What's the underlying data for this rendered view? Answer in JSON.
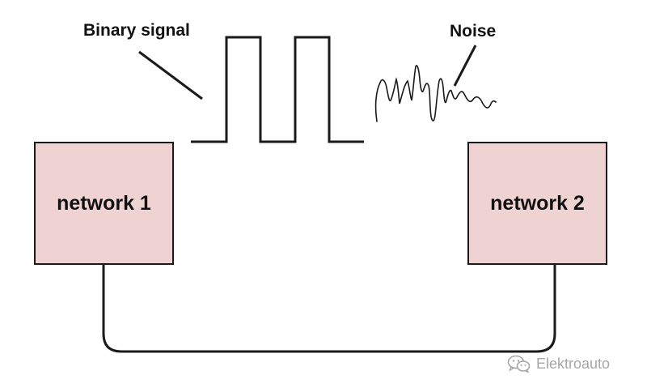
{
  "labels": {
    "binary_signal": "Binary signal",
    "noise": "Noise"
  },
  "nodes": {
    "network_1": "network 1",
    "network_2": "network 2"
  },
  "watermark": {
    "text": "Elektroauto",
    "icon": "wechat-icon"
  },
  "colors": {
    "node_fill": "#efd3d3",
    "stroke": "#1a1a1a",
    "watermark": "#a6a6a6"
  }
}
